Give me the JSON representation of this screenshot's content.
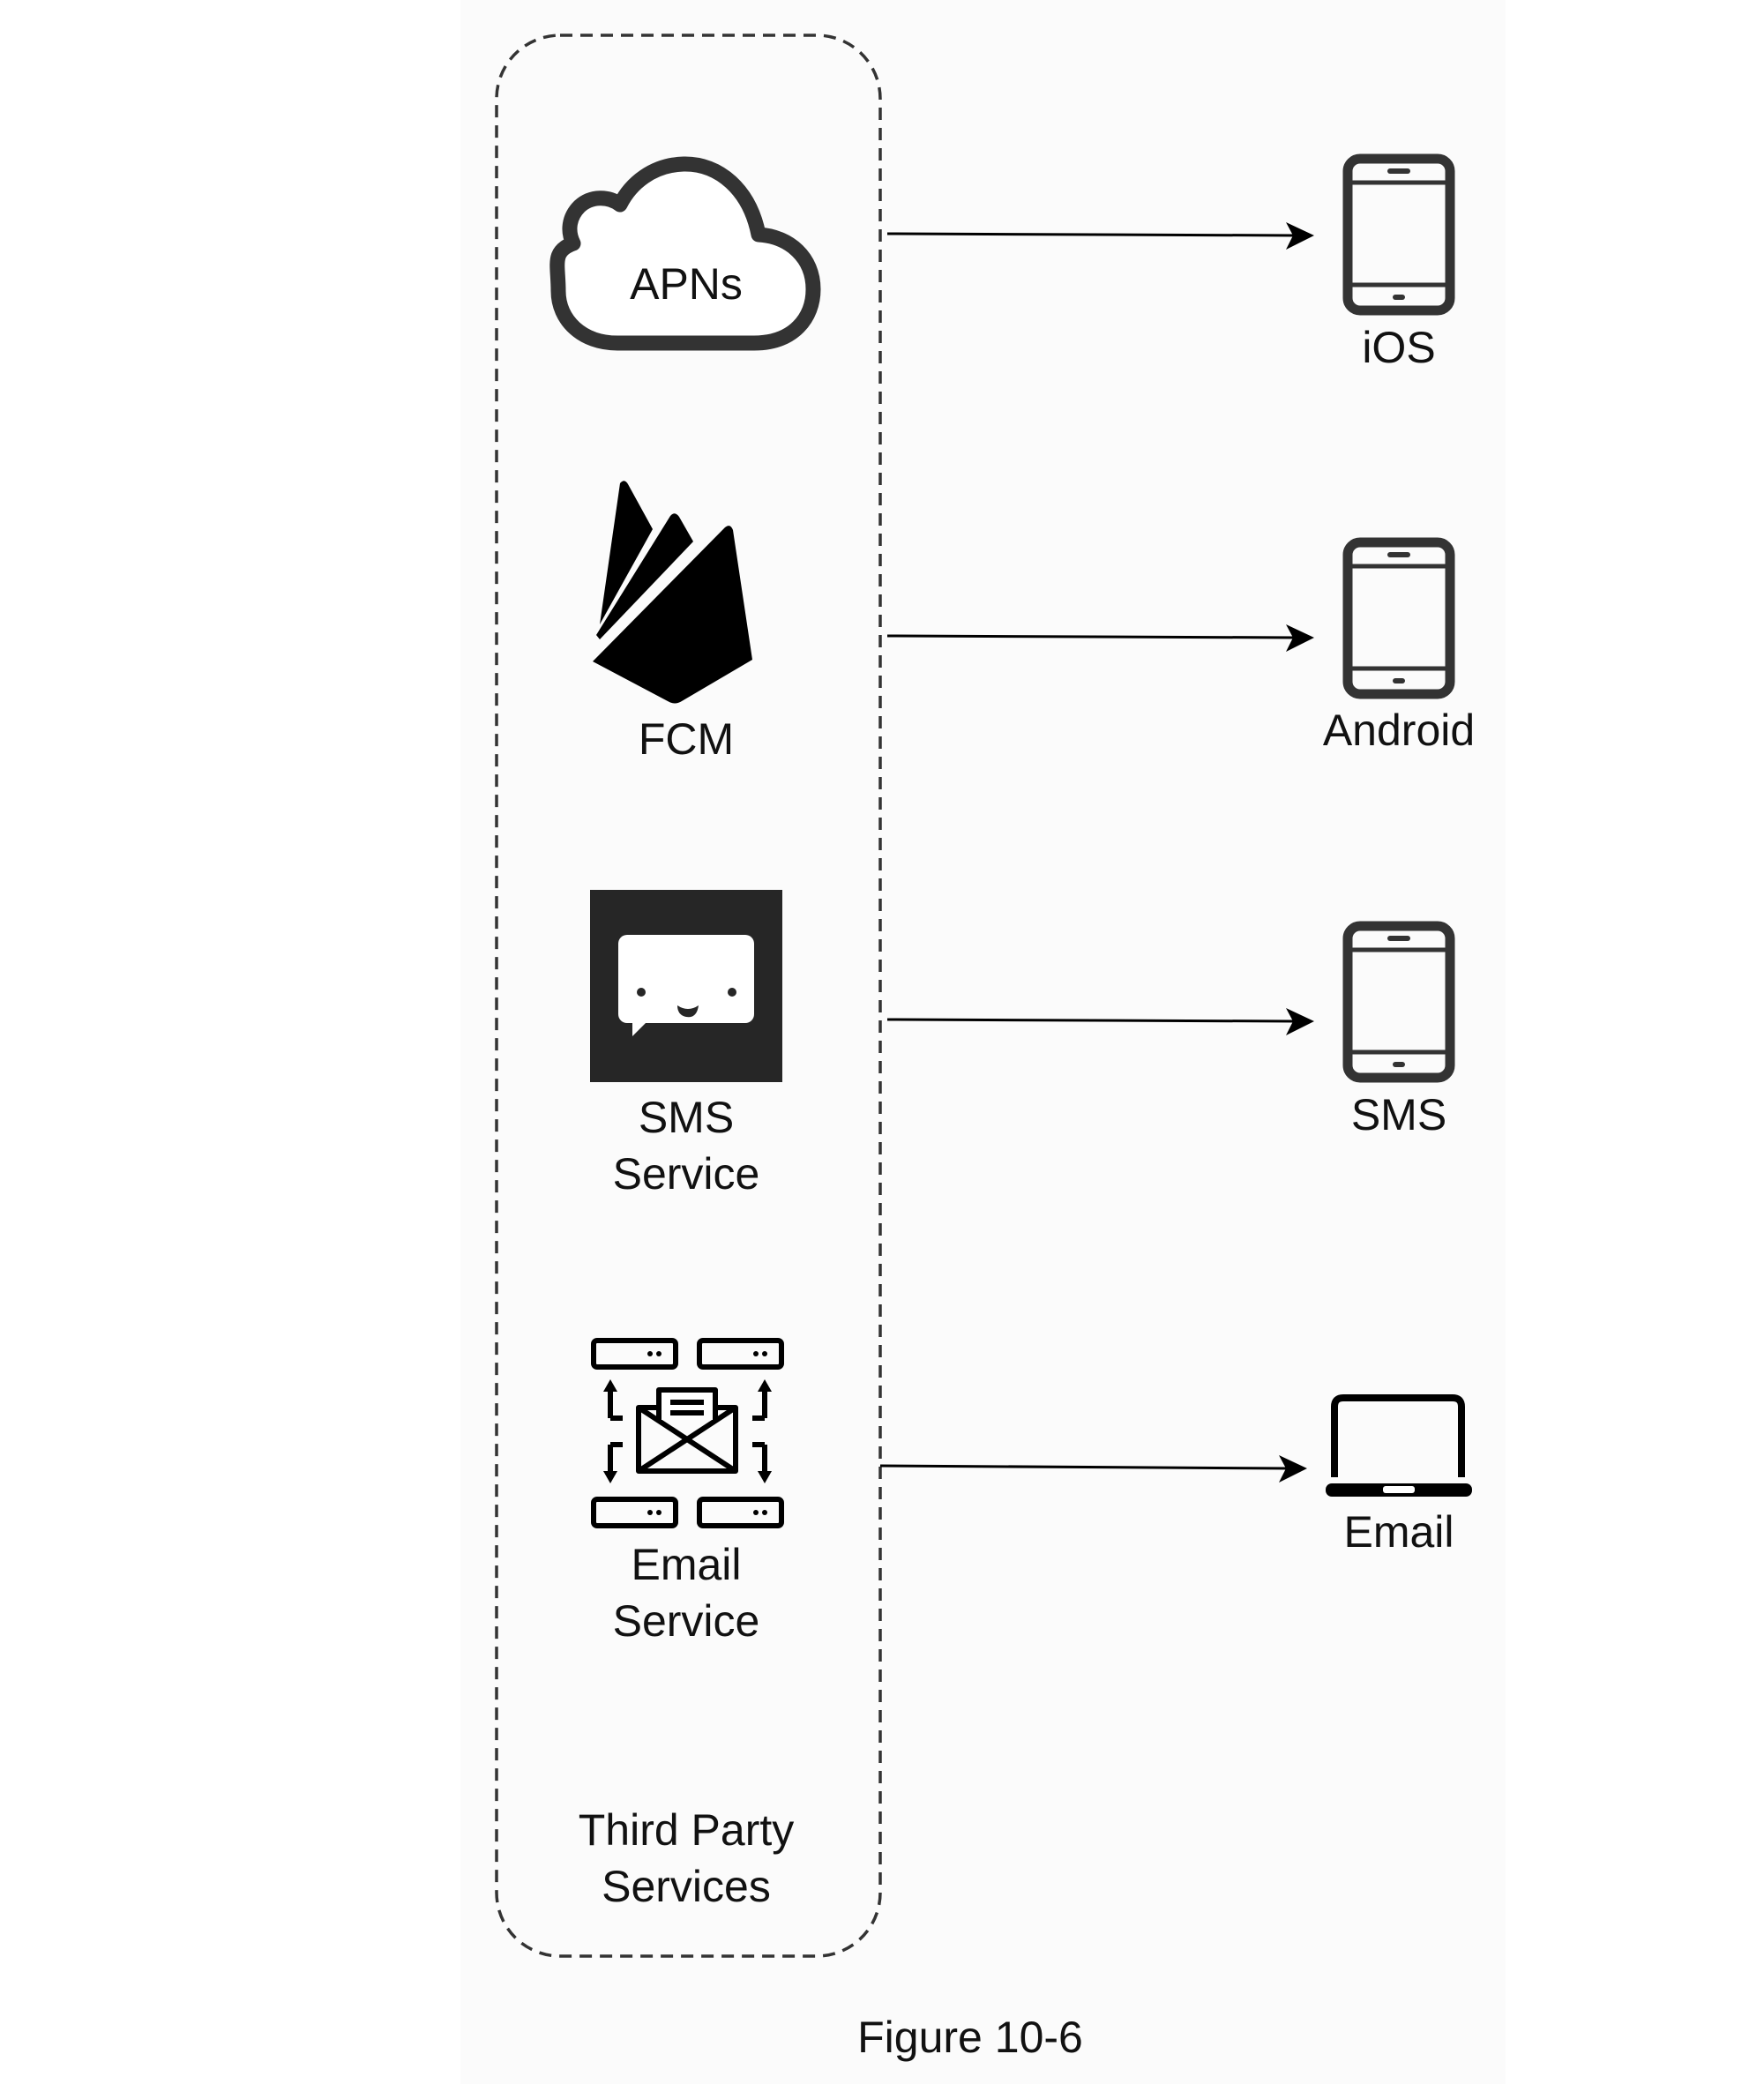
{
  "diagram": {
    "group": {
      "label": "Third Party\nServices",
      "border_style": "dashed"
    },
    "services": [
      {
        "id": "apns",
        "label": "APNs",
        "icon": "cloud-icon"
      },
      {
        "id": "fcm",
        "label": "FCM",
        "icon": "firebase-icon"
      },
      {
        "id": "sms",
        "label": "SMS\nService",
        "icon": "sms-chat-icon"
      },
      {
        "id": "email",
        "label": "Email\nService",
        "icon": "email-server-icon"
      }
    ],
    "targets": [
      {
        "id": "ios",
        "label": "iOS",
        "icon": "smartphone-icon"
      },
      {
        "id": "android",
        "label": "Android",
        "icon": "smartphone-icon"
      },
      {
        "id": "sms_device",
        "label": "SMS",
        "icon": "smartphone-icon"
      },
      {
        "id": "email_device",
        "label": "Email",
        "icon": "laptop-icon"
      }
    ],
    "edges": [
      {
        "from": "apns",
        "to": "ios"
      },
      {
        "from": "fcm",
        "to": "android"
      },
      {
        "from": "sms",
        "to": "sms_device"
      },
      {
        "from": "email",
        "to": "email_device"
      }
    ],
    "caption": "Figure 10-6",
    "colors": {
      "stroke": "#333333",
      "ink": "#111111",
      "icon_fill": "#262626"
    }
  }
}
